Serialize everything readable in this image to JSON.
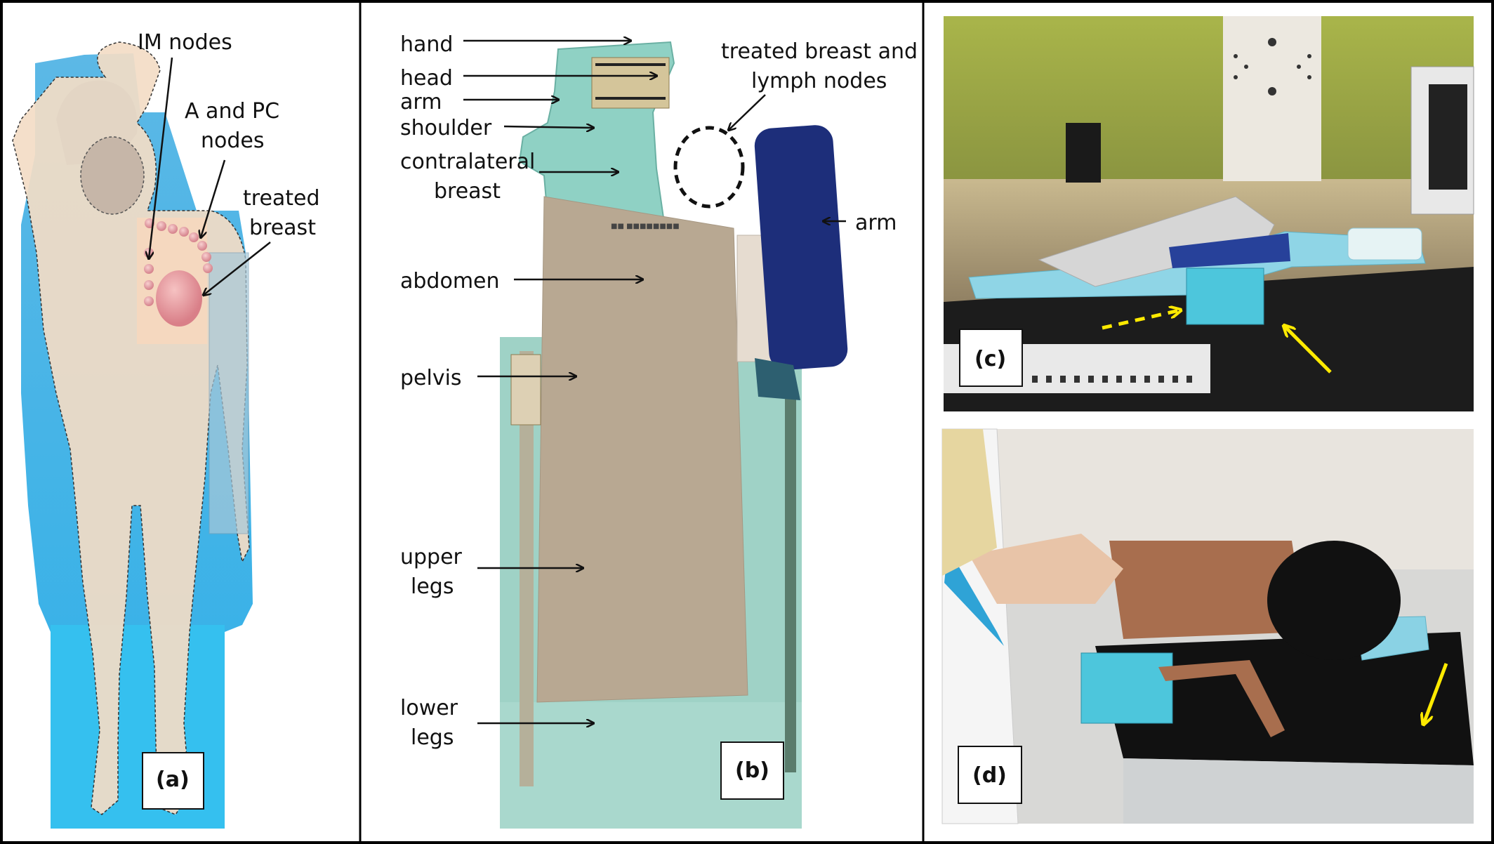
{
  "panel_a": {
    "letter": "(a)",
    "labels": {
      "im_nodes": "IM nodes",
      "a_pc_line1": "A and PC",
      "a_pc_line2": "nodes",
      "treated_line1": "treated",
      "treated_line2": "breast"
    }
  },
  "panel_b": {
    "letter": "(b)",
    "labels": {
      "hand": "hand",
      "head": "head",
      "arm": "arm",
      "shoulder": "shoulder",
      "contra1": "contralateral",
      "contra2": "breast",
      "abdomen": "abdomen",
      "pelvis": "pelvis",
      "upper1": "upper",
      "upper2": "legs",
      "lower1": "lower",
      "lower2": "legs",
      "treated1": "treated breast and",
      "treated2": "lymph nodes",
      "arm_right": "arm"
    }
  },
  "panel_c": {
    "letter": "(c)"
  },
  "panel_d": {
    "letter": "(d)"
  },
  "colors": {
    "phantom_blue": "#3aa7de",
    "skin": "#f5dcc4",
    "device_green": "#8fd1c4",
    "board_tan": "#b8a892",
    "pad_navy": "#1d2e7a",
    "arrow_yellow": "#ffea00"
  }
}
